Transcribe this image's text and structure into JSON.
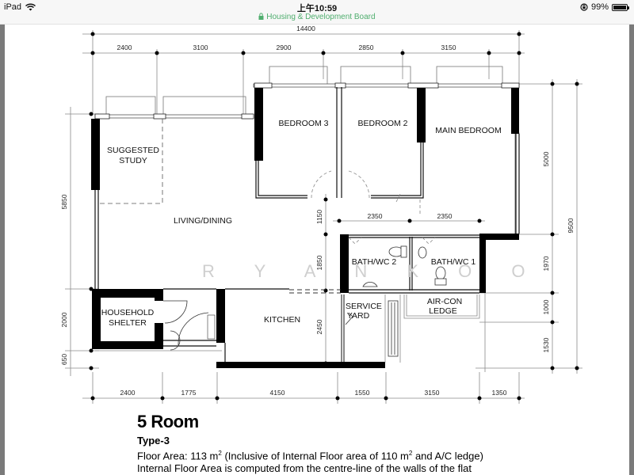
{
  "status_bar": {
    "device": "iPad",
    "time": "上午10:59",
    "url_site": "Housing & Development Board",
    "battery_percent": "99%",
    "icons": [
      "wifi-icon",
      "lock-icon",
      "orientation-lock-icon",
      "battery-icon"
    ],
    "url_color": "#4fae6e"
  },
  "floor_plan": {
    "top_dimensions": {
      "overall": "14400",
      "segments": [
        "2400",
        "3100",
        "2900",
        "2850",
        "3150"
      ]
    },
    "bottom_dimensions": {
      "segments": [
        "2400",
        "1775",
        "4150",
        "1550",
        "3150",
        "1350"
      ]
    },
    "left_dimensions": {
      "segments": [
        "5850",
        "2000",
        "650"
      ]
    },
    "right_dimensions": {
      "overall": "9500",
      "segments": [
        "5000",
        "1970",
        "1000",
        "1530"
      ]
    },
    "interior_dimensions": {
      "v_1150": "1150",
      "v_1850": "1850",
      "v_2450": "2450",
      "h_bath_left": "2350",
      "h_bath_right": "2350"
    },
    "rooms": {
      "bedroom3": "BEDROOM 3",
      "bedroom2": "BEDROOM 2",
      "main_bedroom": "MAIN BEDROOM",
      "study_line1": "SUGGESTED",
      "study_line2": "STUDY",
      "living": "LIVING/DINING",
      "bath2": "BATH/WC 2",
      "bath1": "BATH/WC 1",
      "shelter_line1": "HOUSEHOLD",
      "shelter_line2": "SHELTER",
      "kitchen": "KITCHEN",
      "service_line1": "SERVICE",
      "service_line2": "YARD",
      "aircon_line1": "AIR-CON",
      "aircon_line2": "LEDGE"
    },
    "watermark": "R Y A N   K O O"
  },
  "caption": {
    "title": "5 Room",
    "type": "Type-3",
    "floor_area_prefix": "Floor Area: 113 m",
    "floor_area_mid": " (Inclusive of Internal Floor area of 110 m",
    "floor_area_suffix": " and A/C ledge)",
    "superscript": "2",
    "note": "Internal Floor Area is computed from the centre-line of the walls of the flat"
  }
}
